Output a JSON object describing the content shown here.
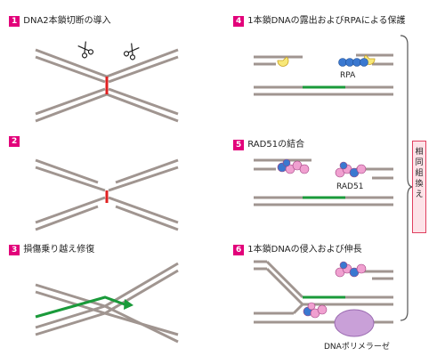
{
  "steps": [
    {
      "num": "1",
      "title": "DNA2本鎖切断の導入"
    },
    {
      "num": "2",
      "title": ""
    },
    {
      "num": "3",
      "title": "損傷乗り越え修復"
    },
    {
      "num": "4",
      "title": "1本鎖DNAの露出およびRPAによる保護"
    },
    {
      "num": "5",
      "title": "RAD51の結合"
    },
    {
      "num": "6",
      "title": "1本鎖DNAの侵入および伸長"
    }
  ],
  "labels": {
    "rpa": "RPA",
    "rad51": "RAD51",
    "polymerase": "DNAポリメラーゼ"
  },
  "side_label": "相同組換え",
  "colors": {
    "dna": "#a09590",
    "break": "#e02020",
    "new_strand": "#1a9a3a",
    "rpa": "#3a78d0",
    "rad51": "#f0a0d0",
    "nuclease": "#f8e878",
    "polymerase": "#c9a0d8",
    "accent": "#e2007a"
  },
  "icons": [
    "scissors-icon",
    "scissors-icon"
  ]
}
